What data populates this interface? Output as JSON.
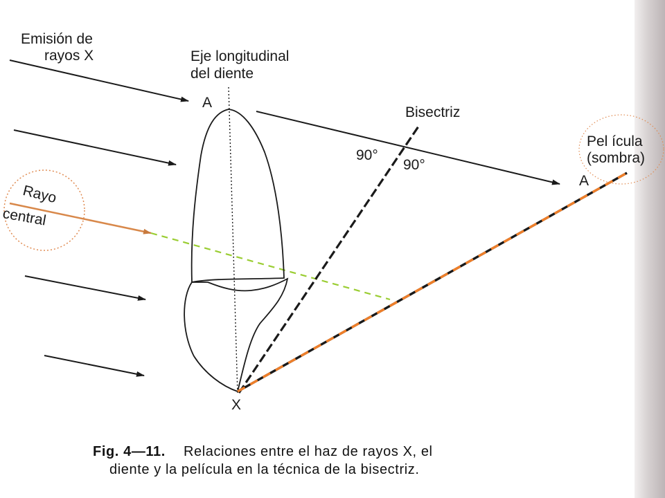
{
  "labels": {
    "emision_line1": "Emisión de",
    "emision_line2": "rayos X",
    "eje_line1": "Eje longitudinal",
    "eje_line2": "del diente",
    "point_a_top": "A",
    "point_a_film": "A",
    "point_x": "X",
    "bisectriz": "Bisectriz",
    "angle_left": "90°",
    "angle_right": "90°",
    "rayo": "Rayo",
    "central": "central",
    "pelicula_line1": "Pel ícula",
    "pelicula_line2": "(sombra)"
  },
  "caption": {
    "fig_number": "Fig. 4—11.",
    "line1": "Relaciones entre el haz de rayos X, el",
    "line2": "diente y la película en la técnica de la bisectriz."
  },
  "colors": {
    "ink": "#1a1a1a",
    "central_ray": "#d8884a",
    "projection_dash": "#9acd32",
    "film_dash": "#ef7f2a",
    "highlight_circle": "#e08a50"
  }
}
